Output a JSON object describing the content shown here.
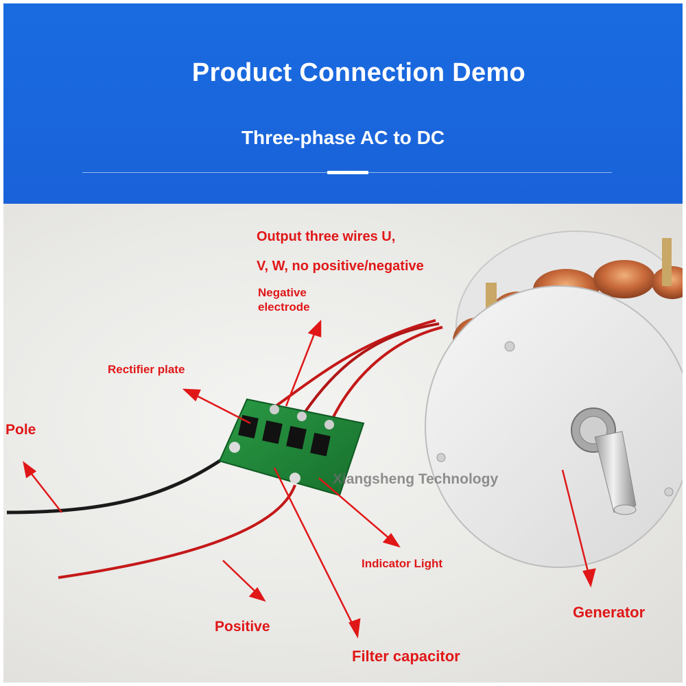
{
  "header": {
    "title": "Product Connection Demo",
    "subtitle": "Three-phase AC to DC"
  },
  "labels": {
    "output_wires_line1": "Output three wires U,",
    "output_wires_line2": "V, W, no positive/negative",
    "negative_electrode_line1": "Negative",
    "negative_electrode_line2": "electrode",
    "rectifier_plate": "Rectifier plate",
    "pole": "Pole",
    "indicator_light": "Indicator Light",
    "positive": "Positive",
    "filter_capacitor": "Filter capacitor",
    "generator": "Generator"
  },
  "watermark": "Xiangsheng Technology",
  "colors": {
    "banner_blue": "#1a66dc",
    "label_red": "#e01717",
    "pcb_green": "#1f8a3a",
    "copper": "#c8693a"
  }
}
